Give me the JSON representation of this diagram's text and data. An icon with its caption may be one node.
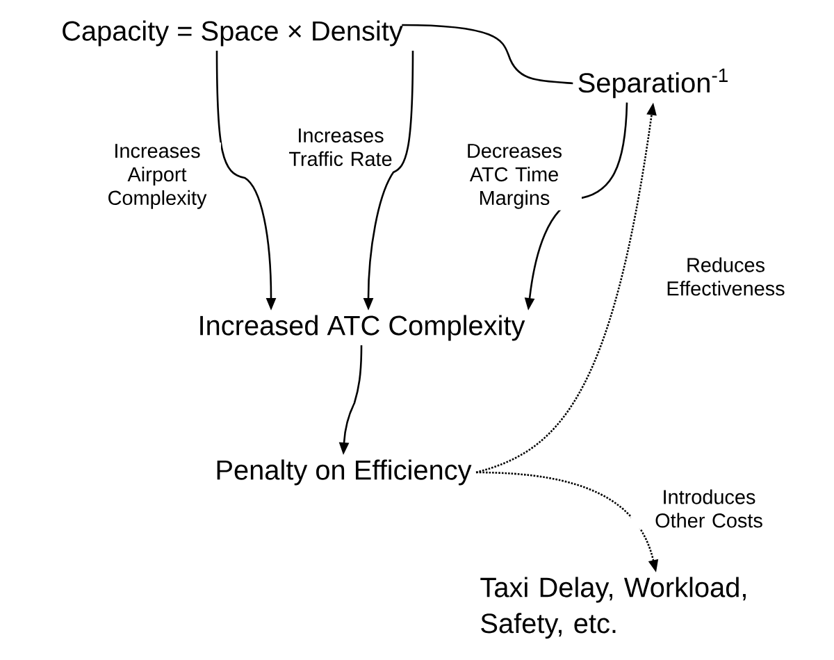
{
  "diagram": {
    "nodes": [
      {
        "text": [
          "Capacity = Space × Density"
        ]
      },
      {
        "text": [
          "Separation$^{-1}$"
        ]
      },
      {
        "text": [
          "Increased ATC Complexity"
        ]
      },
      {
        "text": [
          "Penalty on Efficiency"
        ]
      },
      {
        "text": [
          "Taxi Delay, Workload, Safety, etc."
        ]
      }
    ],
    "edges": [
      {
        "from": 0,
        "to": 1,
        "arrow": "none"
      },
      {
        "from": 0,
        "to": 2,
        "arrow": "to",
        "label": "Increases Airport Complexity"
      },
      {
        "from": 0,
        "to": 2,
        "arrow": "to",
        "label": "Increases Traffic Rate"
      },
      {
        "from": 1,
        "to": 2,
        "arrow": "to",
        "label": "Decreases ATC Time Margins"
      },
      {
        "from": 2,
        "to": 3,
        "arrow": "to"
      },
      {
        "from": 3,
        "to": 1,
        "arrow": "to",
        "style": "dashed",
        "label": "Reduces Effectiveness"
      },
      {
        "from": 3,
        "to": 4,
        "arrow": "to",
        "style": "dashed",
        "label": "Introduces Other Costs"
      }
    ]
  }
}
